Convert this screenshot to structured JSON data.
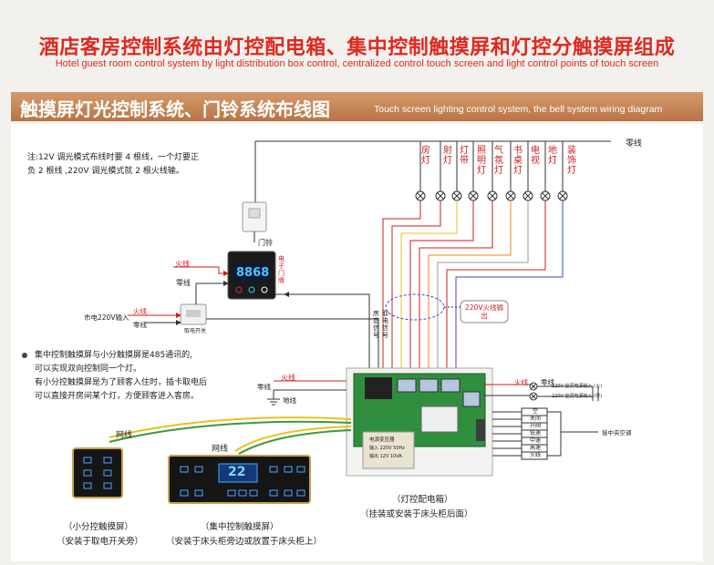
{
  "header": {
    "title_cn": "酒店客房控制系统由灯控配电箱、集中控制触摸屏和灯控分触摸屏组成",
    "title_en": "Hotel guest room control system by light distribution box control, centralized control touch screen and light control points of touch screen"
  },
  "section": {
    "title_cn": "触摸屏灯光控制系统、门铃系统布线图",
    "title_en": "Touch screen lighting control system, the bell system wiring diagram"
  },
  "notes": {
    "top": [
      "注:12V 调光模式布线时要 4 根线，一个灯要正",
      "负 2 根线 ,220V 调光模式就 2 根火线输。"
    ],
    "bottom": [
      "集中控制触摸屏与小分触摸屏是485通讯的,",
      "可以实现双向控制同一个灯。",
      "有小分控触摸屏是为了顾客入住时，插卡取电后",
      "可以直接开房间某个灯，方便顾客进入客房。"
    ]
  },
  "lamps": [
    "房灯",
    "射灯",
    "灯带",
    "照明灯",
    "气氛灯",
    "书桌灯",
    "电视",
    "地灯",
    "装饰灯"
  ],
  "labels": {
    "neutral_top": "零线",
    "doorbell": "门铃",
    "doorbell_display": "8868",
    "doorbell_side": "电子门牌",
    "live": "火线",
    "neutral": "零线",
    "mains": "市电220V输入",
    "card_switch": "取电开关",
    "live_mid": "火线",
    "neutral_mid": "零线",
    "ground": "地线",
    "room_status": "房态信号",
    "card_signal": "取电信号",
    "output": "220V火线输出",
    "net1": "网线",
    "net2": "网线",
    "live_box": "火线",
    "neutral_box": "零线",
    "ac_in_1": "220V 空调电源输入 (火)",
    "ac_in_2": "220V 空调电源输入 (零)",
    "ac_panel": "接中央空调",
    "transformer_1": "电源变压器",
    "transformer_2": "输入 220V  50Hz",
    "transformer_3": "输出 12V  10VA",
    "touch_time": "22"
  },
  "ac_terms": [
    "空",
    "关闭",
    "开阀",
    "低速",
    "中速",
    "高速",
    "火线"
  ],
  "captions": {
    "box": "（灯控配电箱）",
    "box_sub": "（挂装或安装于床头柜后面）",
    "small": "（小分控触摸屏）",
    "small_sub": "（安装于取电开关旁）",
    "central": "（集中控制触摸屏）",
    "central_sub": "（安装于床头柜旁边或放置于床头柜上）"
  },
  "colors": {
    "title_red": "#e0281e",
    "band": "#c0804f",
    "wire_red": "#d21c1c",
    "wire_yellow": "#e8c31a",
    "wire_green": "#3a9a3a"
  }
}
